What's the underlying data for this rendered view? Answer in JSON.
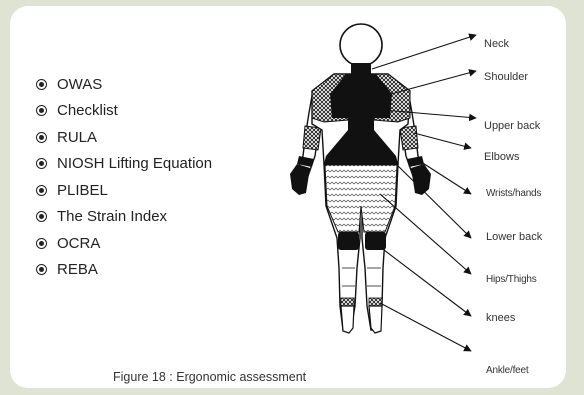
{
  "methods": [
    "OWAS",
    "Checklist",
    "RULA",
    "NIOSH Lifting Equation",
    "PLIBEL",
    "The Strain Index",
    "OCRA",
    "REBA"
  ],
  "body_labels": {
    "neck": "Neck",
    "shoulder": "Shoulder",
    "upper_back": "Upper back",
    "elbows": "Elbows",
    "wrists_hands": "Wrists/hands",
    "lower_back": "Lower back",
    "hips_thighs": "Hips/Thighs",
    "knees": "knees",
    "ankle_feet": "Ankle/feet"
  },
  "caption": "Figure 18 : Ergonomic assessment",
  "colors": {
    "page_background": "#dfe3d3",
    "card_background": "#ffffff",
    "ink": "#111111"
  }
}
